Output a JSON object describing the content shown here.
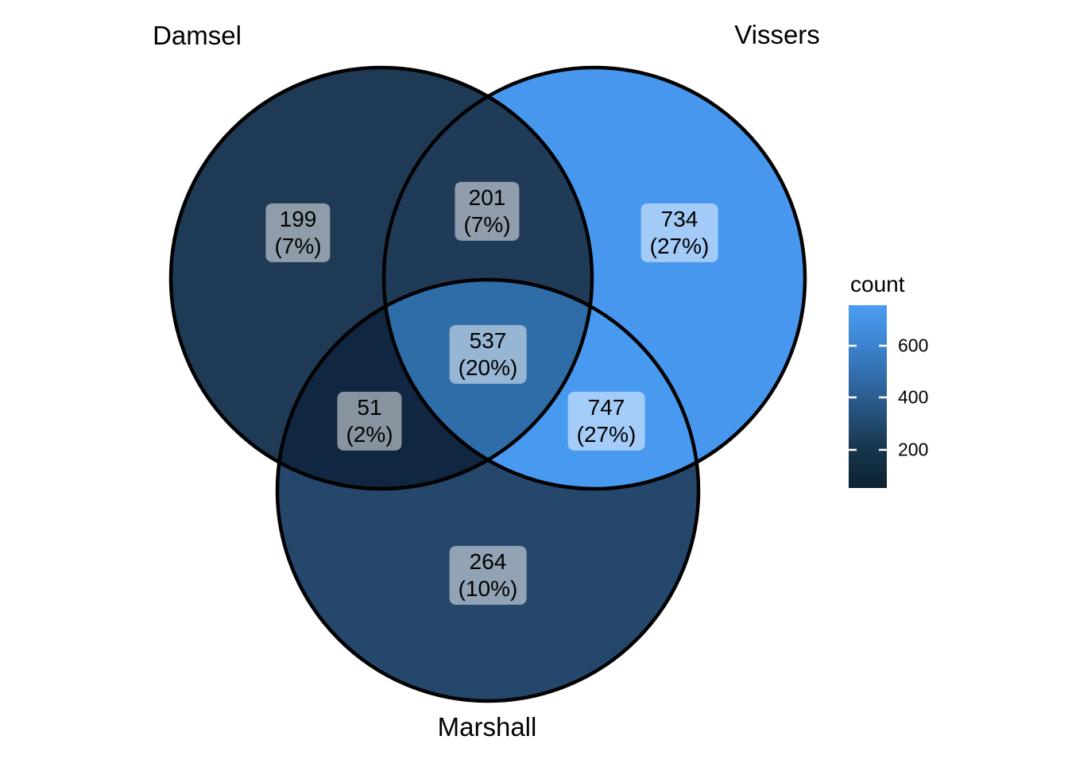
{
  "chart_data": {
    "type": "venn",
    "title": "",
    "sets": [
      {
        "name": "Damsel"
      },
      {
        "name": "Vissers"
      },
      {
        "name": "Marshall"
      }
    ],
    "regions": [
      {
        "id": "damsel_only",
        "sets": [
          "Damsel"
        ],
        "count": "199",
        "pct": "(7%)"
      },
      {
        "id": "damsel_vissers",
        "sets": [
          "Damsel",
          "Vissers"
        ],
        "count": "201",
        "pct": "(7%)"
      },
      {
        "id": "vissers_only",
        "sets": [
          "Vissers"
        ],
        "count": "734",
        "pct": "(27%)"
      },
      {
        "id": "center_all_three",
        "sets": [
          "Damsel",
          "Vissers",
          "Marshall"
        ],
        "count": "537",
        "pct": "(20%)"
      },
      {
        "id": "damsel_marshall",
        "sets": [
          "Damsel",
          "Marshall"
        ],
        "count": "51",
        "pct": "(2%)"
      },
      {
        "id": "vissers_marshall",
        "sets": [
          "Vissers",
          "Marshall"
        ],
        "count": "747",
        "pct": "(27%)"
      },
      {
        "id": "marshall_only",
        "sets": [
          "Marshall"
        ],
        "count": "264",
        "pct": "(10%)"
      }
    ],
    "legend": {
      "title": "count",
      "ticks": [
        "600",
        "400",
        "200"
      ],
      "range": [
        51,
        747
      ],
      "position": "right",
      "orientation": "vertical"
    }
  },
  "colors": {
    "regions": {
      "damsel_only": "#1E3A55",
      "damsel_vissers": "#1F3B58",
      "vissers_only": "#4797EE",
      "center_all_three": "#2E6DA8",
      "damsel_marshall": "#112640",
      "vissers_marshall": "#4899F0",
      "marshall_only": "#24476B"
    },
    "outline": "#000000",
    "label_bg": "rgba(255,255,255,0.5)",
    "legend_tick": "#FFFFFF",
    "gradient": [
      "#4B9DF2",
      "#3C83CF",
      "#2B5E92",
      "#17354B",
      "#0C2133"
    ]
  }
}
